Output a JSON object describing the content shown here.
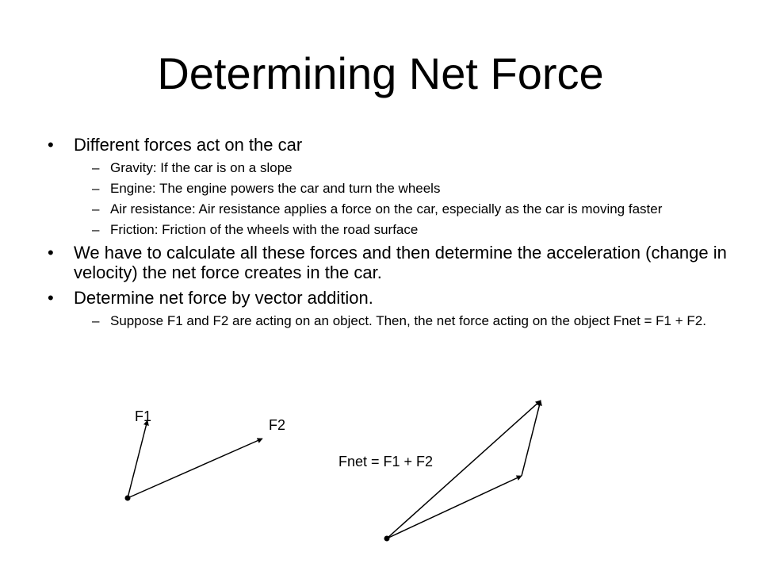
{
  "slide": {
    "title": "Determining Net Force"
  },
  "bullets": [
    {
      "text": "Different forces act on the car",
      "subitems": [
        "Gravity: If the car is on a slope",
        "Engine: The engine powers the car and turn the wheels",
        "Air resistance: Air resistance applies a force on the car, especially as the car is moving faster",
        "Friction: Friction of the wheels with the road surface"
      ]
    },
    {
      "text": "We have to calculate all these forces and then determine the acceleration (change in velocity) the net force creates in the car.",
      "subitems": []
    },
    {
      "text": "Determine net force by vector addition.",
      "subitems": [
        "Suppose F1 and F2 are acting on an object. Then, the net force acting on the object Fnet = F1 + F2."
      ]
    }
  ],
  "bullet_char": "•",
  "dash_char": "–",
  "diagram": {
    "label_f1": "F1",
    "label_f2": "F2",
    "label_fnet": "Fnet = F1 + F2"
  }
}
